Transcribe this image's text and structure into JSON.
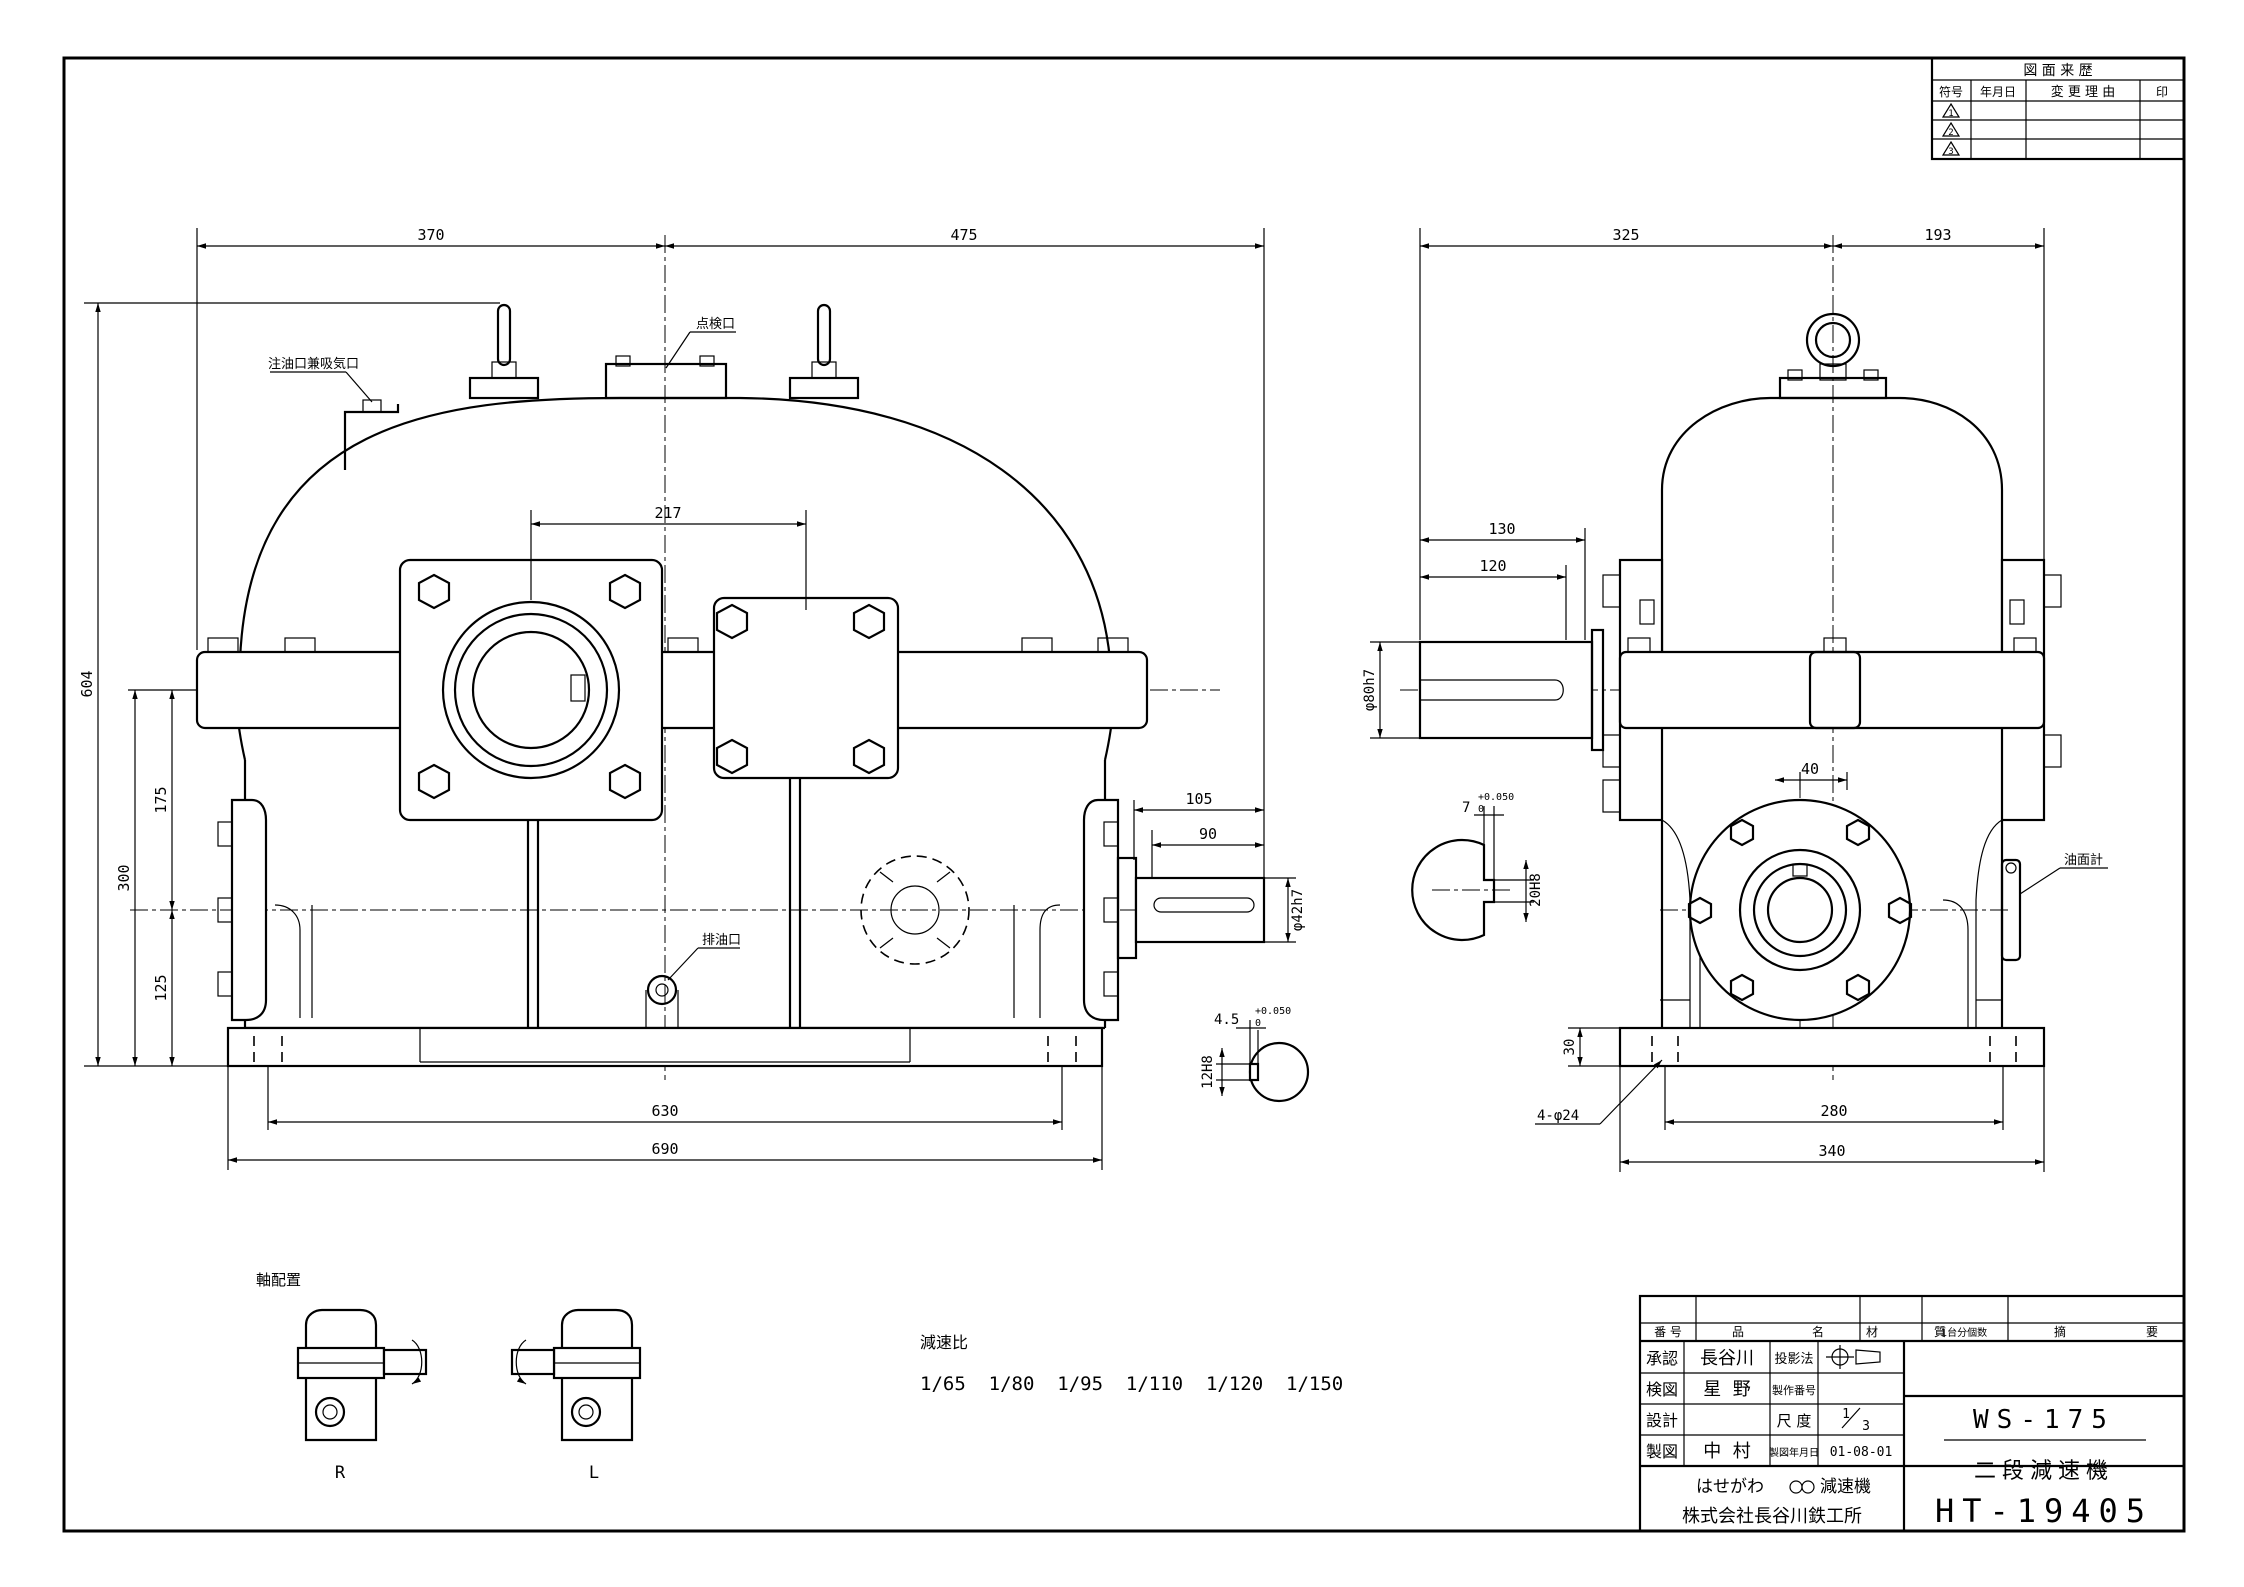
{
  "revision_table": {
    "title": "図 面 来 歴",
    "headers": [
      "符号",
      "年月日",
      "変 更 理 由",
      "印"
    ],
    "symbols": [
      "1",
      "2",
      "3"
    ]
  },
  "front_view": {
    "dims": {
      "left_top": "370",
      "right_top": "475",
      "center_217": "217",
      "height_604": "604",
      "h_300": "300",
      "h_175": "175",
      "h_125": "125",
      "base_630": "630",
      "base_690": "690",
      "shaft_105": "105",
      "shaft_90": "90",
      "shaft_dia": "φ42h7"
    },
    "labels": {
      "inspection": "点検口",
      "oil_fill": "注油口兼吸気口",
      "drain": "排油口"
    }
  },
  "side_view": {
    "dims": {
      "w_325": "325",
      "w_193": "193",
      "d_130": "130",
      "d_120": "120",
      "shaft_dia": "φ80h7",
      "d_40": "40",
      "h_30": "30",
      "base_280": "280",
      "base_340": "340",
      "holes": "4-φ24"
    },
    "labels": {
      "oil_gauge": "油面計"
    }
  },
  "key_large": {
    "width": "7",
    "tol": "+0.050",
    "tol0": "0",
    "slot": "20H8"
  },
  "key_small": {
    "width": "4.5",
    "tol": "+0.050",
    "tol0": "0",
    "slot": "12H8"
  },
  "shaft_arrangement": {
    "title": "軸配置",
    "right": "R",
    "left": "L"
  },
  "ratio": {
    "title": "減速比",
    "values": "1/65  1/80  1/95  1/110  1/120  1/150"
  },
  "title_block": {
    "headers": [
      "番 号",
      "品",
      "名",
      "材",
      "質",
      "1台分個数",
      "摘",
      "要"
    ],
    "rows": [
      {
        "label": "承認",
        "name": "長谷川",
        "field": "投影法",
        "value": ""
      },
      {
        "label": "検図",
        "name": "星  野",
        "field": "製作番号",
        "value": ""
      },
      {
        "label": "設計",
        "name": "",
        "field": "尺 度",
        "value": "1/3"
      },
      {
        "label": "製図",
        "name": "中  村",
        "field": "製図年月日",
        "value": "01-08-01"
      }
    ],
    "scale_num": "1",
    "scale_den": "3",
    "model": "WS-175",
    "description": "二段減速機",
    "company_line1": "はせがわ",
    "company_brand": "減速機",
    "company_line2": "株式会社長谷川鉄工所",
    "drawing_number": "HT-19405"
  }
}
